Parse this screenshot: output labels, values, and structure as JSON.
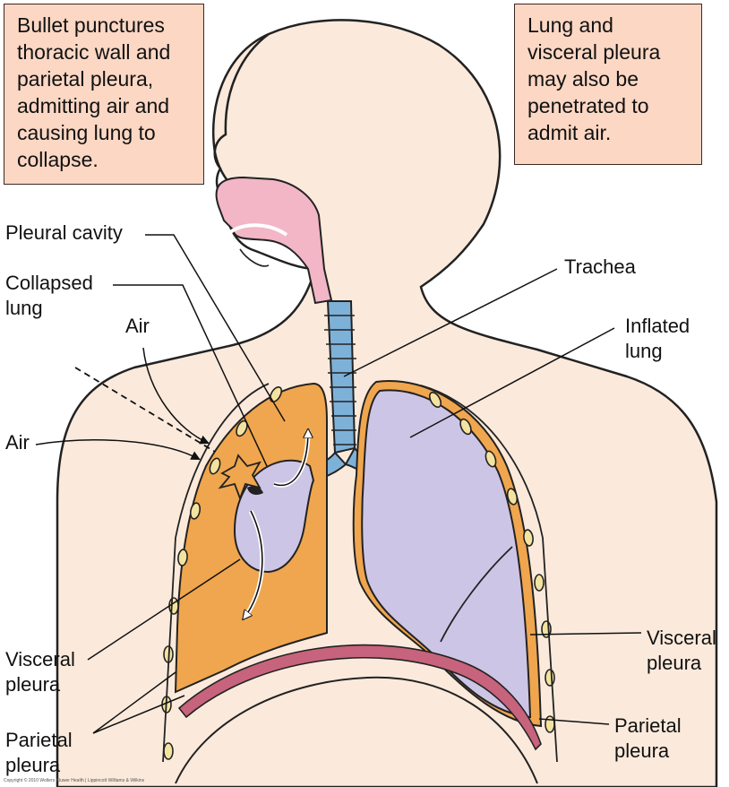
{
  "callouts": {
    "left": [
      "Bullet punctures",
      "thoracic wall and",
      "parietal pleura,",
      "admitting air and",
      "causing lung to",
      "collapse."
    ],
    "right": [
      "Lung and",
      "visceral pleura",
      "may also be",
      "penetrated to",
      "admit air."
    ]
  },
  "labels": {
    "pleural_cavity": "Pleural cavity",
    "collapsed_lung": [
      "Collapsed",
      "lung"
    ],
    "air_top": "Air",
    "air_left": "Air",
    "trachea": "Trachea",
    "inflated_lung": [
      "Inflated",
      "lung"
    ],
    "visceral_pleura_left": [
      "Visceral",
      "pleura"
    ],
    "parietal_pleura_left": [
      "Parietal",
      "pleura"
    ],
    "visceral_pleura_right": [
      "Visceral",
      "pleura"
    ],
    "parietal_pleura_right": [
      "Parietal",
      "pleura"
    ]
  },
  "credit": "Copyright © 2010 Wolters Kluwer Health | Lippincott Williams & Wilkins",
  "colors": {
    "skin": "#fbeadc",
    "pleural_space": "#f0a64e",
    "lung": "#cdc5e6",
    "lung_shade": "#b5aad8",
    "trachea": "#7eb1d8",
    "airway": "#f2b6c6",
    "rib": "#f3e3a0",
    "diaphragm": "#c7637c",
    "callout_fill": "#fbd7c4"
  }
}
